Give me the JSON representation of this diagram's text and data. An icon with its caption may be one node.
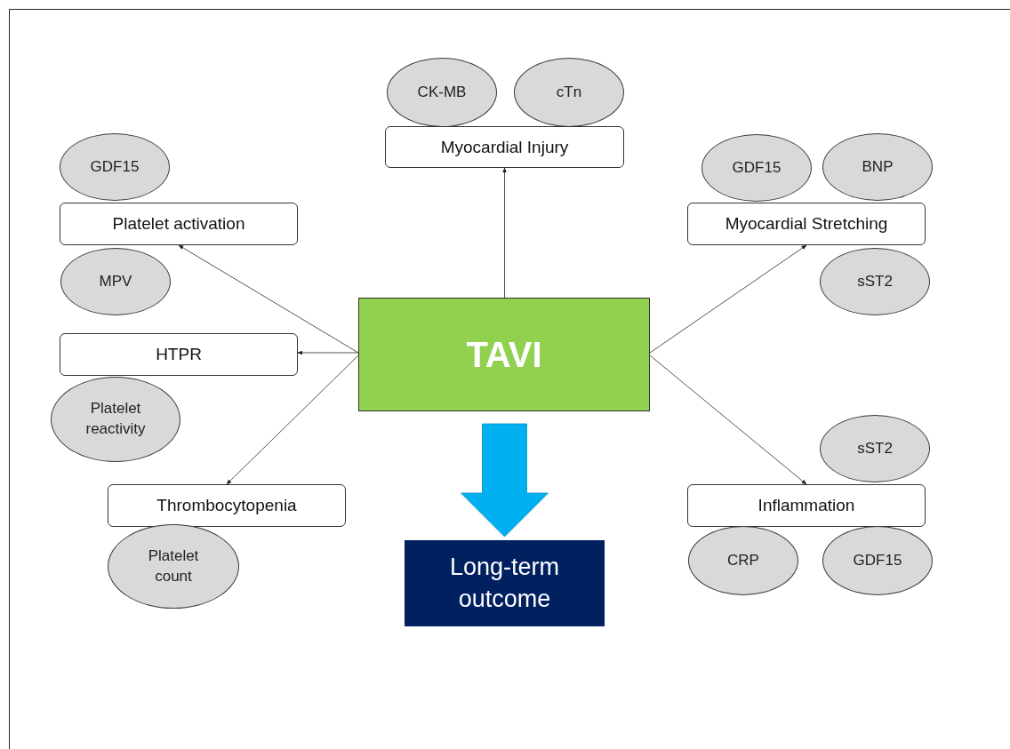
{
  "diagram": {
    "nodes": [
      {
        "text": [
          "CK-MB"
        ]
      },
      {
        "text": [
          "cTn"
        ]
      },
      {
        "text": [
          "Myocardial Injury"
        ]
      },
      {
        "text": [
          "GDF15"
        ]
      },
      {
        "text": [
          "GDF15"
        ]
      },
      {
        "text": [
          "BNP"
        ]
      },
      {
        "text": [
          "Platelet activation"
        ]
      },
      {
        "text": [
          "Myocardial Stretching"
        ]
      },
      {
        "text": [
          "MPV"
        ]
      },
      {
        "text": [
          "sST2"
        ]
      },
      {
        "text": [
          "TAVI"
        ]
      },
      {
        "text": [
          "HTPR"
        ]
      },
      {
        "text": [
          "Platelet reactivity"
        ]
      },
      {
        "text": [
          "sST2"
        ]
      },
      {
        "text": [
          "Thrombocytopenia"
        ]
      },
      {
        "text": [
          "Inflammation"
        ]
      },
      {
        "text": [
          "Long-term outcome"
        ]
      },
      {
        "text": [
          "Platelet count"
        ]
      },
      {
        "text": [
          "CRP"
        ]
      },
      {
        "text": [
          "GDF15"
        ]
      }
    ],
    "edges": [
      {
        "from": 10,
        "to": 2,
        "arrow": "to"
      },
      {
        "from": 10,
        "to": 6,
        "arrow": "to"
      },
      {
        "from": 10,
        "to": 11,
        "arrow": "to"
      },
      {
        "from": 10,
        "to": 14,
        "arrow": "to"
      },
      {
        "from": 10,
        "to": 7,
        "arrow": "to"
      },
      {
        "from": 10,
        "to": 15,
        "arrow": "to"
      },
      {
        "from": 10,
        "to": 16,
        "arrow": "to",
        "style": "thick",
        "color": "#00b0f0"
      }
    ]
  }
}
